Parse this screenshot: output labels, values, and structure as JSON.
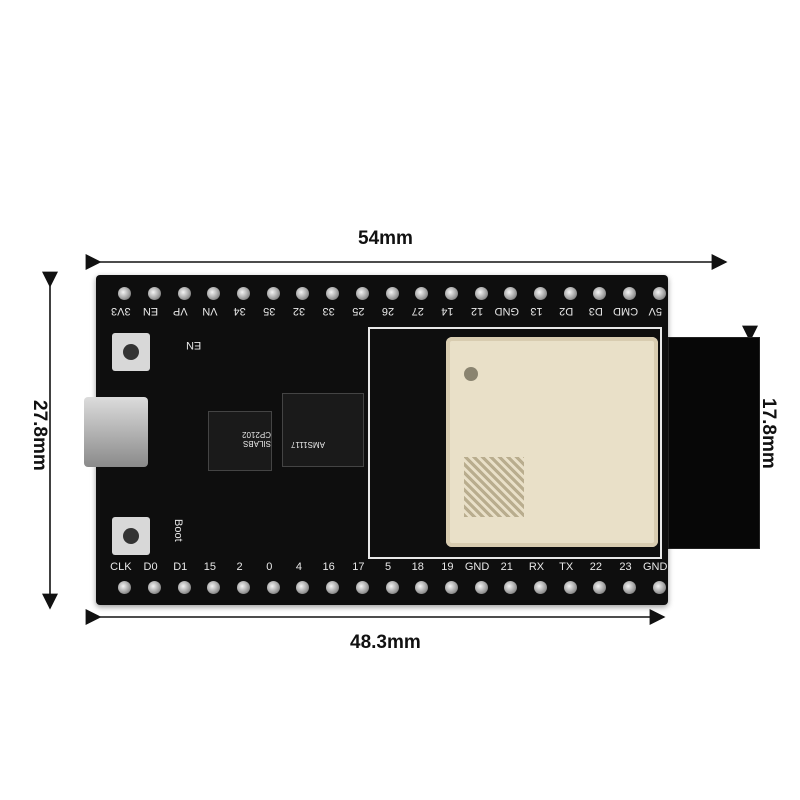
{
  "dimensions": {
    "top_width": "54mm",
    "bottom_width": "48.3mm",
    "left_height": "27.8mm",
    "right_height": "17.8mm"
  },
  "pins": {
    "top_labels": [
      "3V3",
      "EN",
      "VP",
      "VN",
      "34",
      "35",
      "32",
      "33",
      "25",
      "26",
      "27",
      "14",
      "12",
      "GND",
      "13",
      "D2",
      "D3",
      "CMD",
      "5V"
    ],
    "bottom_labels": [
      "CLK",
      "D0",
      "D1",
      "15",
      "2",
      "0",
      "4",
      "16",
      "17",
      "5",
      "18",
      "19",
      "GND",
      "21",
      "RX",
      "TX",
      "22",
      "23",
      "GND"
    ]
  },
  "silkscreen": {
    "en": "EN",
    "boot": "Boot",
    "chip_main": "SILABS CP2102",
    "regulator": "AMS1117"
  }
}
